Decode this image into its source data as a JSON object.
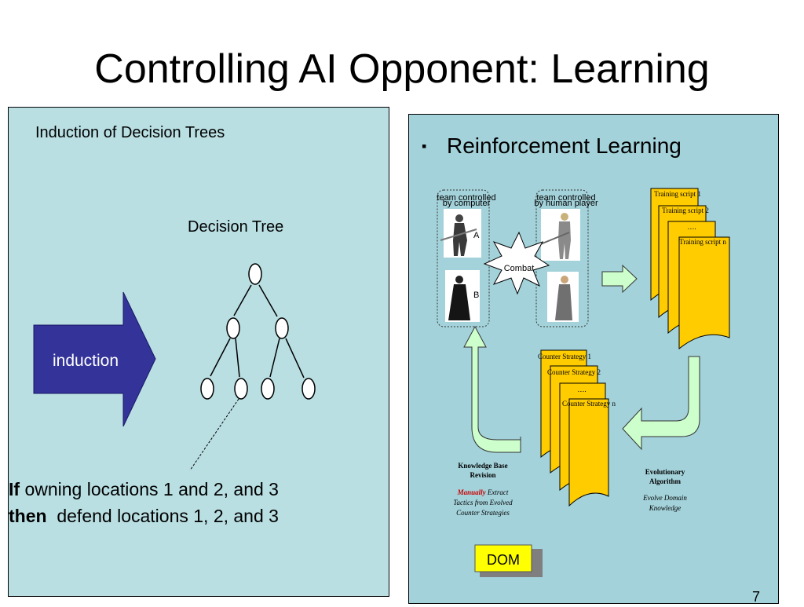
{
  "title": "Controlling AI Opponent: Learning",
  "left": {
    "heading": "Induction of Decision Trees",
    "tree_label": "Decision Tree",
    "arrow_label": "induction",
    "rule_if_keyword": "If",
    "rule_if_text": " owning locations 1 and 2, and 3",
    "rule_then_keyword": "then",
    "rule_then_text": "  defend locations 1, 2, and 3"
  },
  "right": {
    "bullet": "▪",
    "heading": "Reinforcement Learning",
    "team_computer_1": "team controlled",
    "team_computer_2": "by computer",
    "team_human_1": "team controlled",
    "team_human_2": "by human player",
    "unit_a": "A",
    "unit_b": "B",
    "combat": "Combat",
    "training_scripts": [
      "Training script 1",
      "Training script 2",
      "….",
      "Training script n"
    ],
    "counter_strategies": [
      "Counter Strategy 1",
      "Counter Strategy 2",
      "….",
      "Counter Strategy n"
    ],
    "kb_title_1": "Knowledge Base",
    "kb_title_2": "Revision",
    "kb_desc_1_em": "Manually",
    "kb_desc_1_rest": " Extract",
    "kb_desc_2": "Tactics from Evolved",
    "kb_desc_3": "Counter Strategies",
    "ea_title_1": "Evolutionary",
    "ea_title_2": "Algorithm",
    "ea_desc_1": "Evolve Domain",
    "ea_desc_2": "Knowledge",
    "dom_label": "DOM",
    "page_number": "7"
  },
  "colors": {
    "left_panel": "#b9dfe3",
    "right_panel": "#a3d2da",
    "induction_arrow": "#333399",
    "doc_fill": "#ffcc00",
    "arrow_fill": "#ccffcc",
    "emphasis_red": "#cc0000"
  }
}
